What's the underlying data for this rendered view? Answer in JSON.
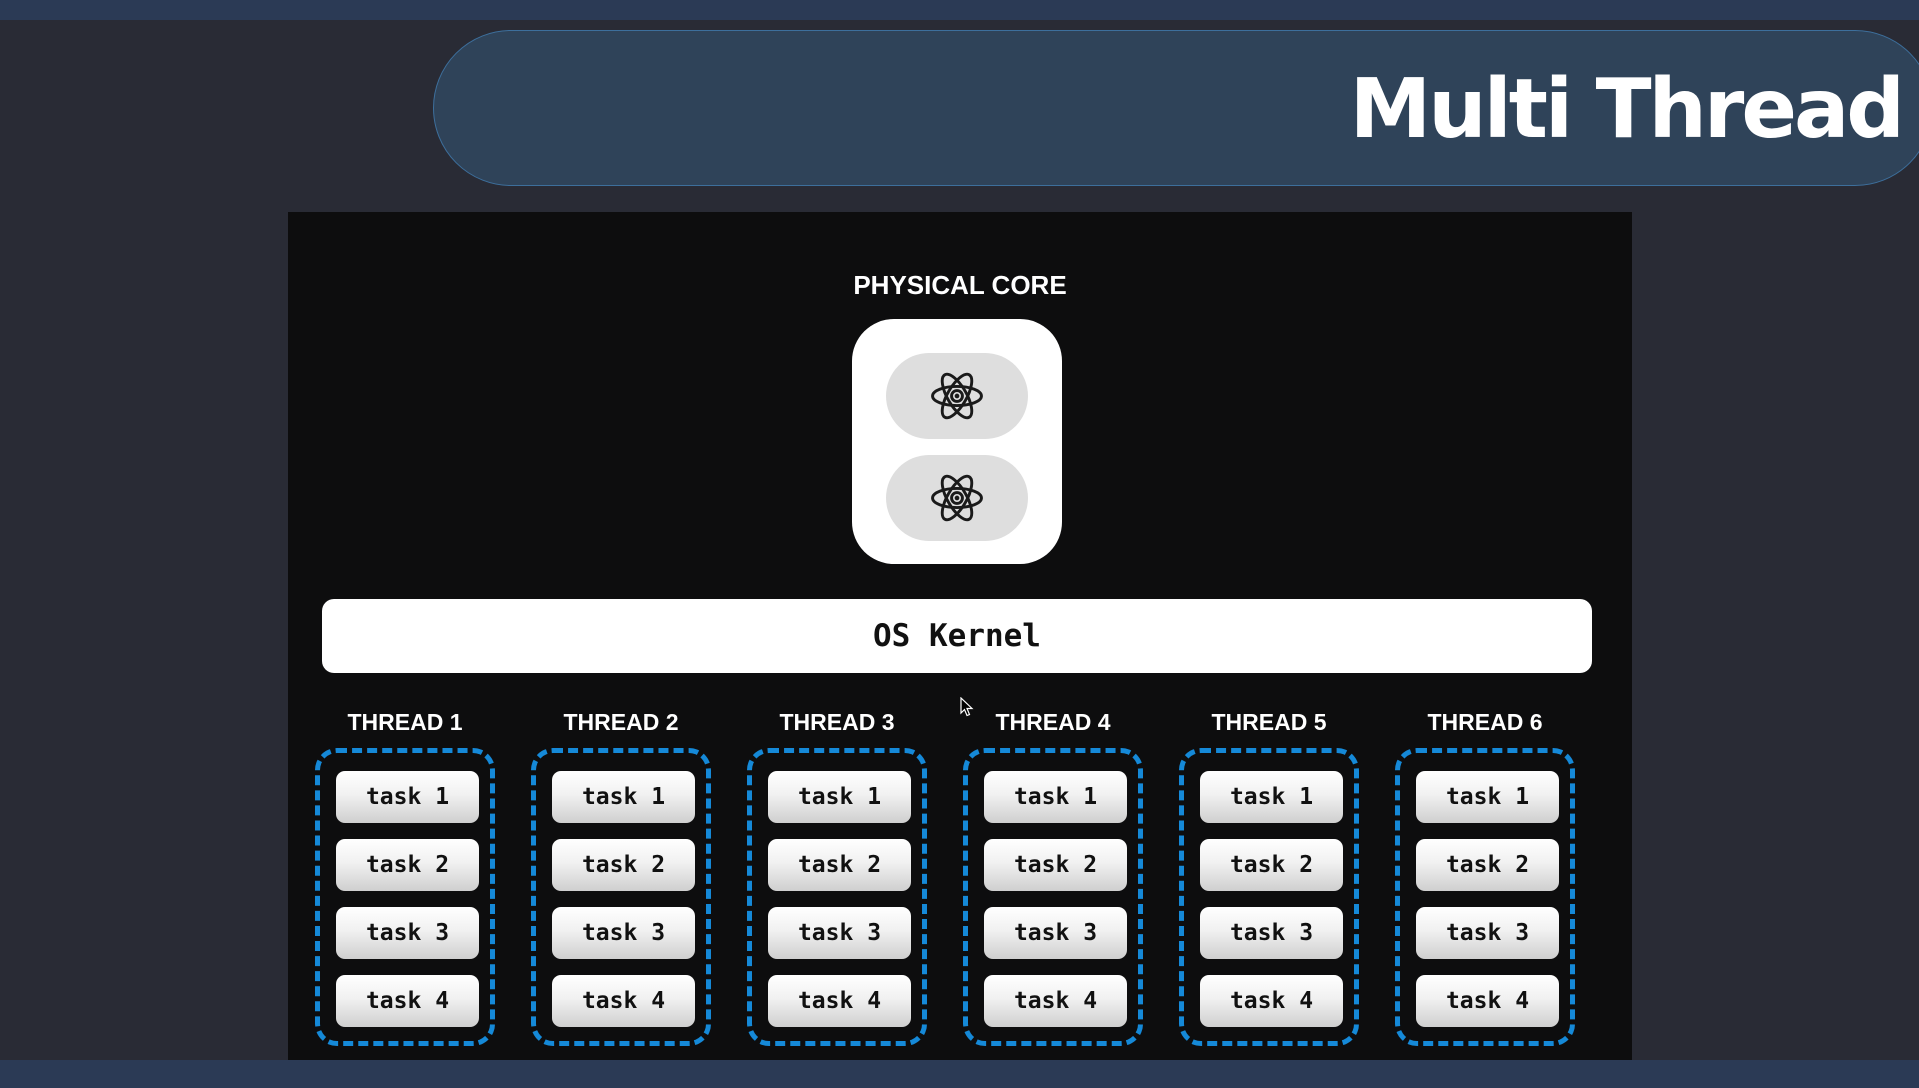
{
  "slide": {
    "title": "Multi Thread"
  },
  "diagram": {
    "core_label": "PHYSICAL CORE",
    "core_icons": [
      "atom-icon",
      "atom-icon"
    ],
    "kernel_label": "OS Kernel",
    "threads": [
      {
        "label": "THREAD 1",
        "tasks": [
          "task 1",
          "task 2",
          "task 3",
          "task 4"
        ]
      },
      {
        "label": "THREAD 2",
        "tasks": [
          "task 1",
          "task 2",
          "task 3",
          "task 4"
        ]
      },
      {
        "label": "THREAD 3",
        "tasks": [
          "task 1",
          "task 2",
          "task 3",
          "task 4"
        ]
      },
      {
        "label": "THREAD 4",
        "tasks": [
          "task 1",
          "task 2",
          "task 3",
          "task 4"
        ]
      },
      {
        "label": "THREAD 5",
        "tasks": [
          "task 1",
          "task 2",
          "task 3",
          "task 4"
        ]
      },
      {
        "label": "THREAD 6",
        "tasks": [
          "task 1",
          "task 2",
          "task 3",
          "task 4"
        ]
      }
    ]
  },
  "colors": {
    "background": "#292b35",
    "banner": "#2f4359",
    "diagram_background": "#0d0d0e",
    "thread_border": "#1589d8"
  }
}
